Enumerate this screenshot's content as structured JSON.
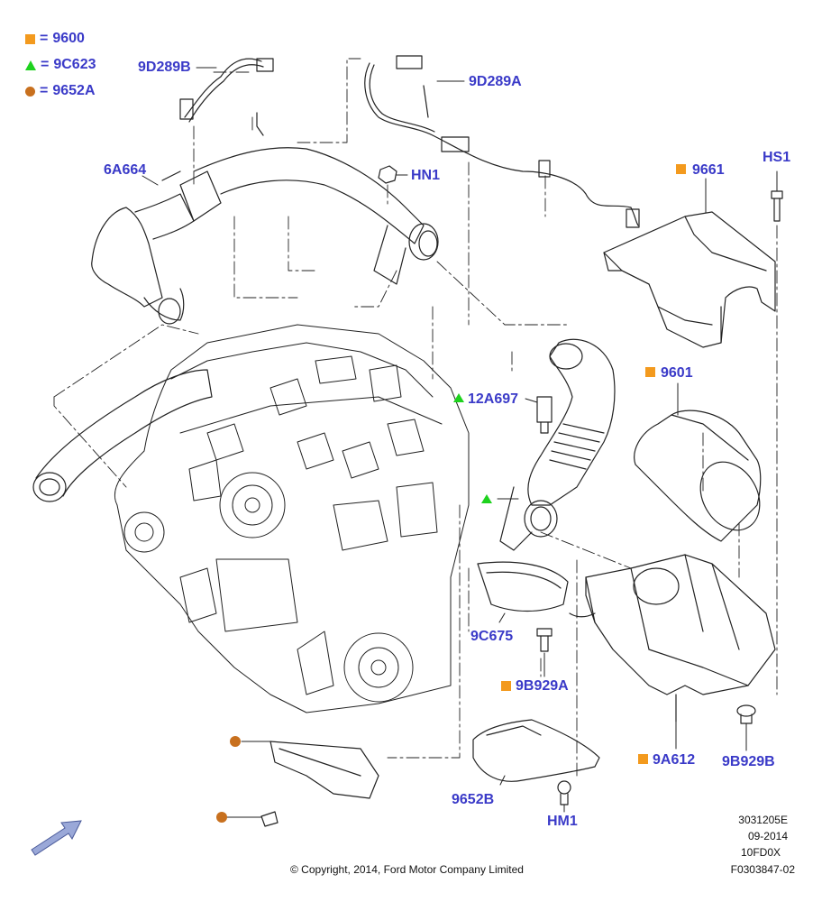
{
  "legend": [
    {
      "marker": "square",
      "color": "#f39a1e",
      "eq": "=",
      "code": "9600"
    },
    {
      "marker": "triangle",
      "color": "#1ed21e",
      "eq": "=",
      "code": "9C623"
    },
    {
      "marker": "circle",
      "color": "#c8701e",
      "eq": "=",
      "code": "9652A"
    }
  ],
  "labels": {
    "l_9D289B": "9D289B",
    "l_9D289A": "9D289A",
    "l_6A664": "6A664",
    "l_HN1": "HN1",
    "l_9661": "9661",
    "l_HS1": "HS1",
    "l_9601": "9601",
    "l_12A697": "12A697",
    "l_9C675": "9C675",
    "l_9B929A": "9B929A",
    "l_9A612": "9A612",
    "l_9B929B": "9B929B",
    "l_9652B": "9652B",
    "l_HM1": "HM1"
  },
  "markers": {
    "square_color": "#f39a1e",
    "triangle_color": "#1ed21e",
    "circle_color": "#c8701e"
  },
  "footer": {
    "copyright": "© Copyright, 2014, Ford Motor Company Limited",
    "ref1": "3031205E",
    "ref2": "09-2014",
    "ref3": "10FD0X",
    "ref4": "F0303847-02"
  },
  "colors": {
    "label": "#3a3ac8",
    "arrow": "#9aa8d8"
  }
}
